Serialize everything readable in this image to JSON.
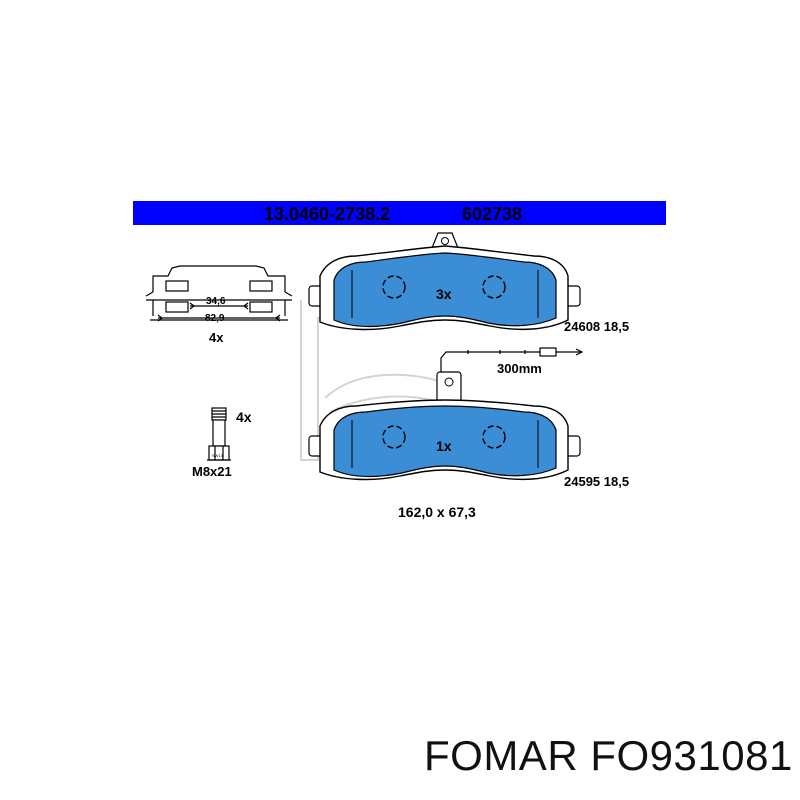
{
  "header": {
    "part_number": "13.0460-2738.2",
    "ref_number": "602738",
    "color": "#0000ff"
  },
  "pads": {
    "fill_color": "#3b8ed6",
    "top_pad": {
      "quantity": "3x",
      "code": "24608 18,5"
    },
    "bottom_pad": {
      "quantity": "1x",
      "code": "24595 18,5"
    },
    "wear_sensor_length": "300mm",
    "overall_dimensions": "162,0 x 67,3"
  },
  "clip": {
    "inner_dim": "34,6",
    "outer_dim": "82,9",
    "quantity": "4x"
  },
  "bolt": {
    "quantity": "4x",
    "size": "M8x21",
    "head_mark": "SW13"
  },
  "brand_line": "FOMAR FO931081"
}
